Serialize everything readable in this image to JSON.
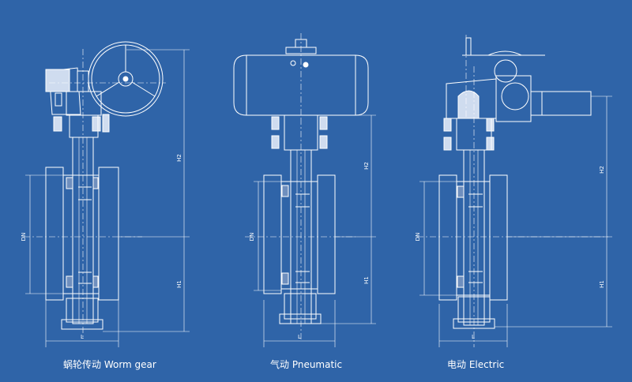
{
  "captions": {
    "worm_gear": "蜗轮传动 Worm gear",
    "pneumatic": "气动 Pneumatic",
    "electric": "电动 Electric"
  },
  "dimensions": {
    "dn": "DN",
    "h1": "H1",
    "h2": "H2",
    "l": "L"
  },
  "colors": {
    "background": "#2f64a8",
    "line": "#ffffff"
  }
}
